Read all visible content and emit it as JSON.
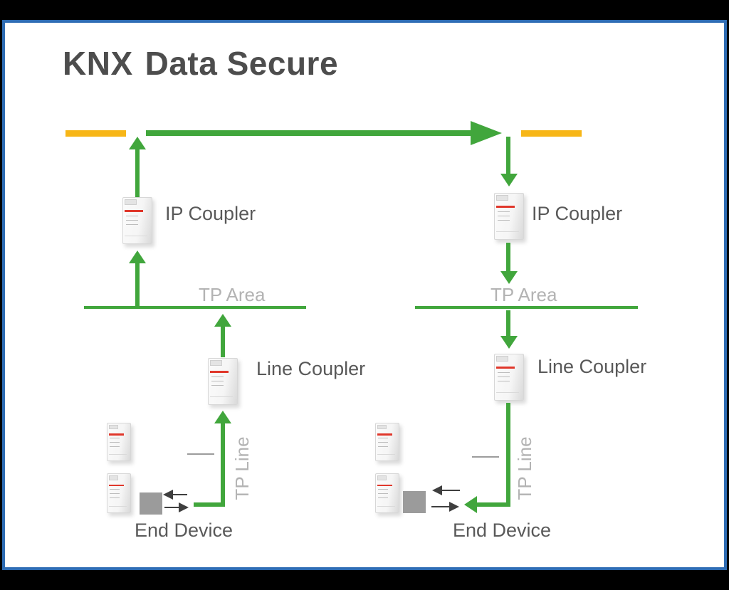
{
  "title": {
    "brand": "KNX",
    "rest": "Data Secure"
  },
  "colors": {
    "arrow_green": "#41A63C",
    "highlight_yellow": "#F7B617",
    "frame_blue": "#2E6CB4",
    "frame_black": "#000000",
    "title_color": "#4D4D4D",
    "label_dark": "#595959",
    "label_light": "#B3B3B3",
    "device_red": "#E0372B",
    "end_device_gray": "#9B9B9B",
    "small_arrow_dark": "#3F3F3F"
  },
  "icons": {
    "din_module": "din-rail-device-icon",
    "end_device_square": "end-device-square-icon",
    "backbone_arrow": "right-arrow-icon",
    "flow_arrow_up": "up-arrow-icon",
    "flow_arrow_down": "down-arrow-icon",
    "flow_arrow_left": "left-arrow-icon"
  },
  "left_branch": {
    "ip_coupler": "IP Coupler",
    "tp_area": "TP Area",
    "line_coupler": "Line Coupler",
    "tp_line": "TP Line",
    "end_device": "End Device"
  },
  "right_branch": {
    "ip_coupler": "IP Coupler",
    "tp_area": "TP Area",
    "line_coupler": "Line Coupler",
    "tp_line": "TP Line",
    "end_device": "End Device"
  }
}
